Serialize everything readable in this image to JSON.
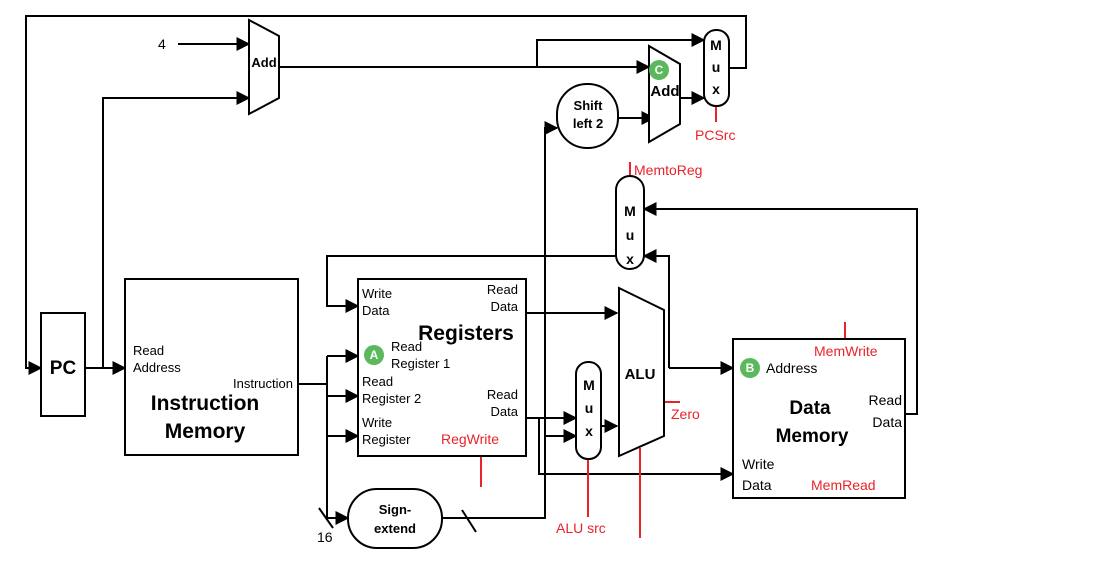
{
  "blocks": {
    "pc": "PC",
    "add_top": "Add",
    "add_branch": "Add",
    "shift_left": [
      "Shift",
      "left 2"
    ],
    "instruction_memory": {
      "title": [
        "Instruction",
        "Memory"
      ],
      "read_address": [
        "Read",
        "Address"
      ],
      "instruction": "Instruction"
    },
    "registers": {
      "title": "Registers",
      "write_data": [
        "Write",
        "Data"
      ],
      "read_data_1": [
        "Read",
        "Data"
      ],
      "read_register_1": [
        "Read",
        "Register 1"
      ],
      "read_register_2": [
        "Read",
        "Register 2"
      ],
      "write_register": [
        "Write",
        "Register"
      ],
      "read_data_2": [
        "Read",
        "Data"
      ]
    },
    "sign_extend": [
      "Sign-",
      "extend"
    ],
    "alu": "ALU",
    "mux_letters": [
      "M",
      "u",
      "x"
    ],
    "data_memory": {
      "title": [
        "Data",
        "Memory"
      ],
      "address": "Address",
      "read_data": [
        "Read",
        "Data"
      ],
      "write_data": [
        "Write",
        "Data"
      ]
    }
  },
  "constants": {
    "four": "4",
    "bits16": "16"
  },
  "control_signals": {
    "pcsrc": "PCSrc",
    "memtoreg": "MemtoReg",
    "memwrite": "MemWrite",
    "zero": "Zero",
    "regwrite": "RegWrite",
    "alusrc": "ALU src",
    "memread": "MemRead"
  },
  "badges": {
    "a": "A",
    "b": "B",
    "c": "C"
  },
  "colors": {
    "control": "#e8232a",
    "badge": "#5cb85c",
    "wire": "#000000"
  }
}
